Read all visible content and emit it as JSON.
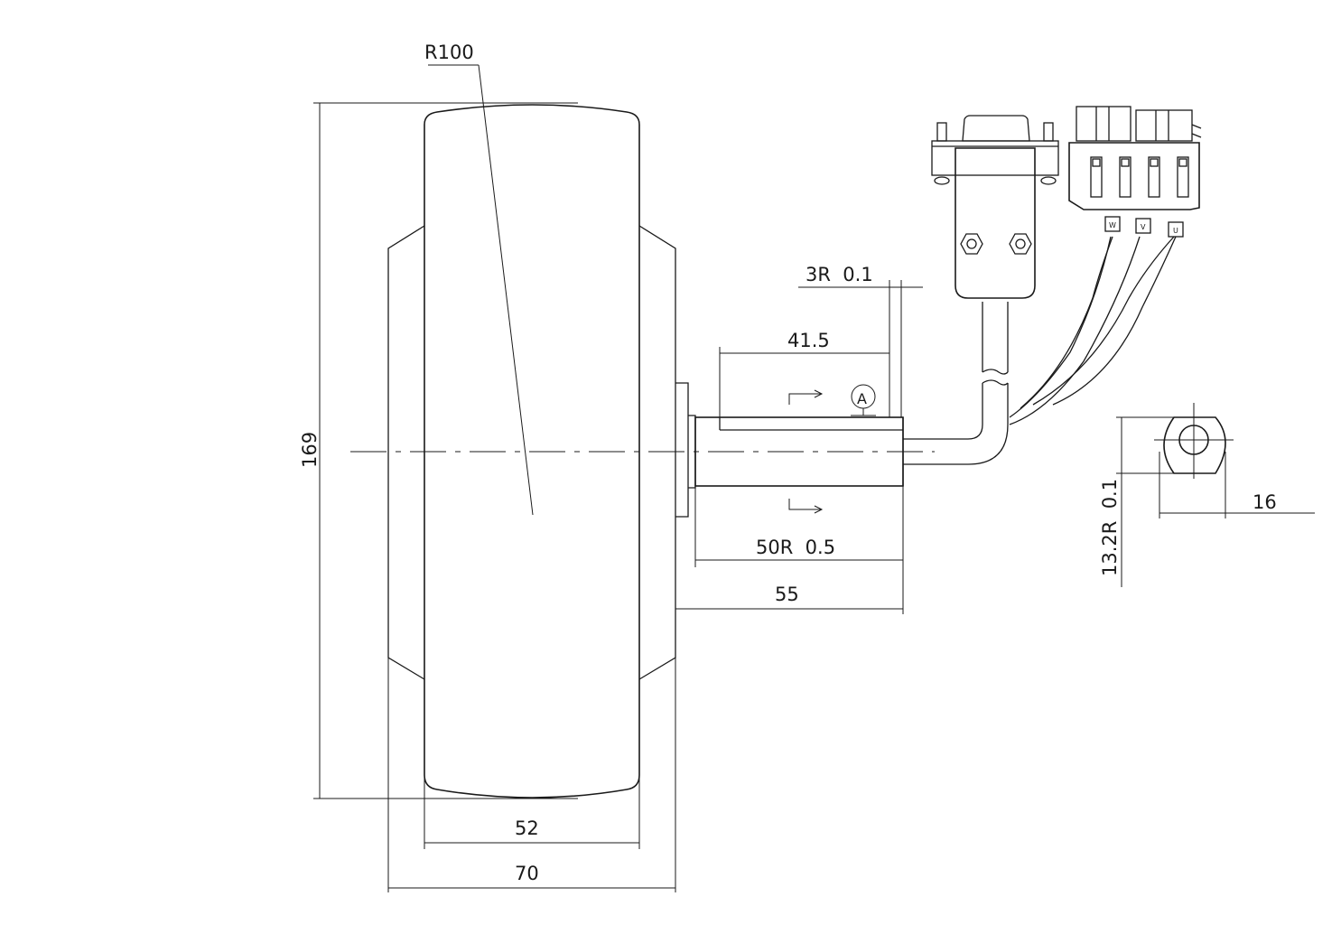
{
  "dimensions": {
    "radius": "R100",
    "overall_height": "169",
    "tire_width": "52",
    "overall_width": "70",
    "shaft_exposed": "50R  0.5",
    "shaft_total": "55",
    "flat_length": "41.5",
    "flat_depth": "3R  0.1",
    "flat_height": "13.2R  0.1",
    "shaft_diameter": "16"
  },
  "labels": {
    "datum": "A",
    "phase_w": "W",
    "phase_v": "V",
    "phase_u": "U"
  },
  "colors": {
    "line": "#1a1a1a",
    "background": "#ffffff"
  }
}
